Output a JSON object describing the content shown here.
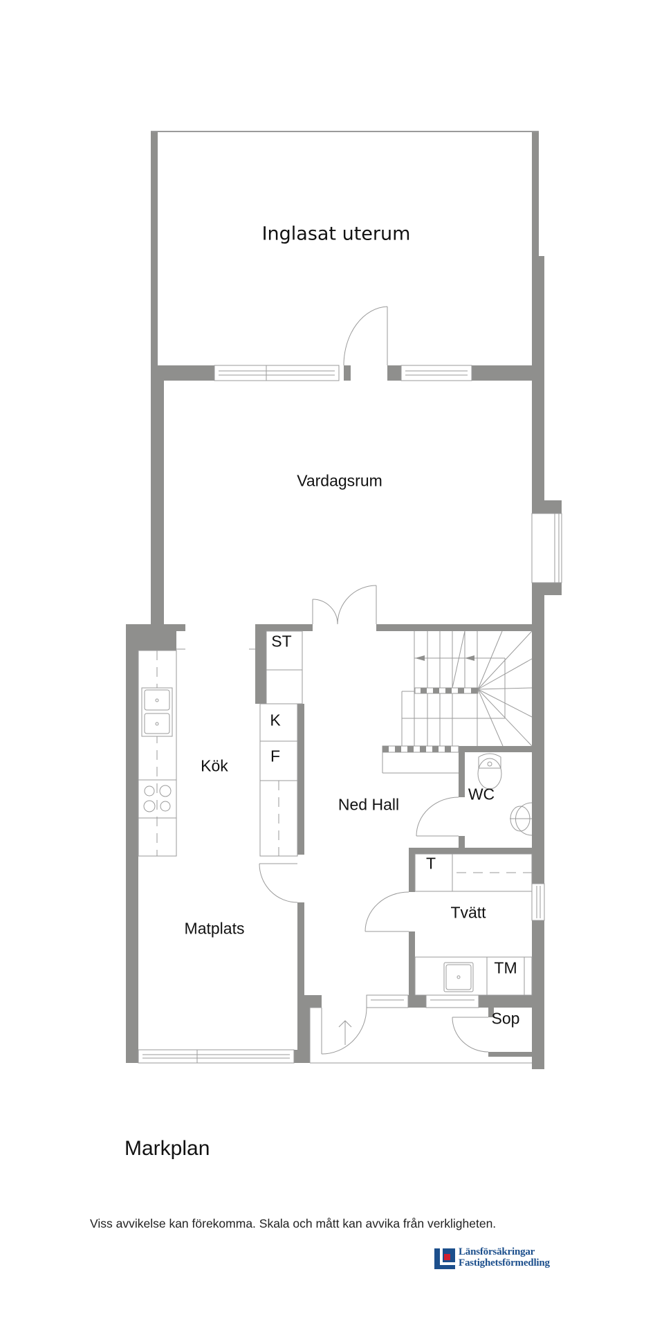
{
  "plan": {
    "title": "Markplan",
    "disclaimer": "Viss avvikelse kan förekomma. Skala och mått kan avvika från verkligheten.",
    "wall_color": "#8f8f8d",
    "line_color": "#9a9a9a",
    "rooms": {
      "uterum": "Inglasat uterum",
      "vardagsrum": "Vardagsrum",
      "kok": "Kök",
      "matplats": "Matplats",
      "ned_hall": "Ned Hall",
      "wc": "WC",
      "tvatt": "Tvätt",
      "sop": "Sop"
    },
    "fixtures": {
      "st": "ST",
      "k": "K",
      "f": "F",
      "t": "T",
      "tm": "TM"
    }
  },
  "logo": {
    "line1": "Länsförsäkringar",
    "line2": "Fastighetsförmedling",
    "brand_color": "#1c4f8c",
    "accent_color": "#d2202f"
  }
}
